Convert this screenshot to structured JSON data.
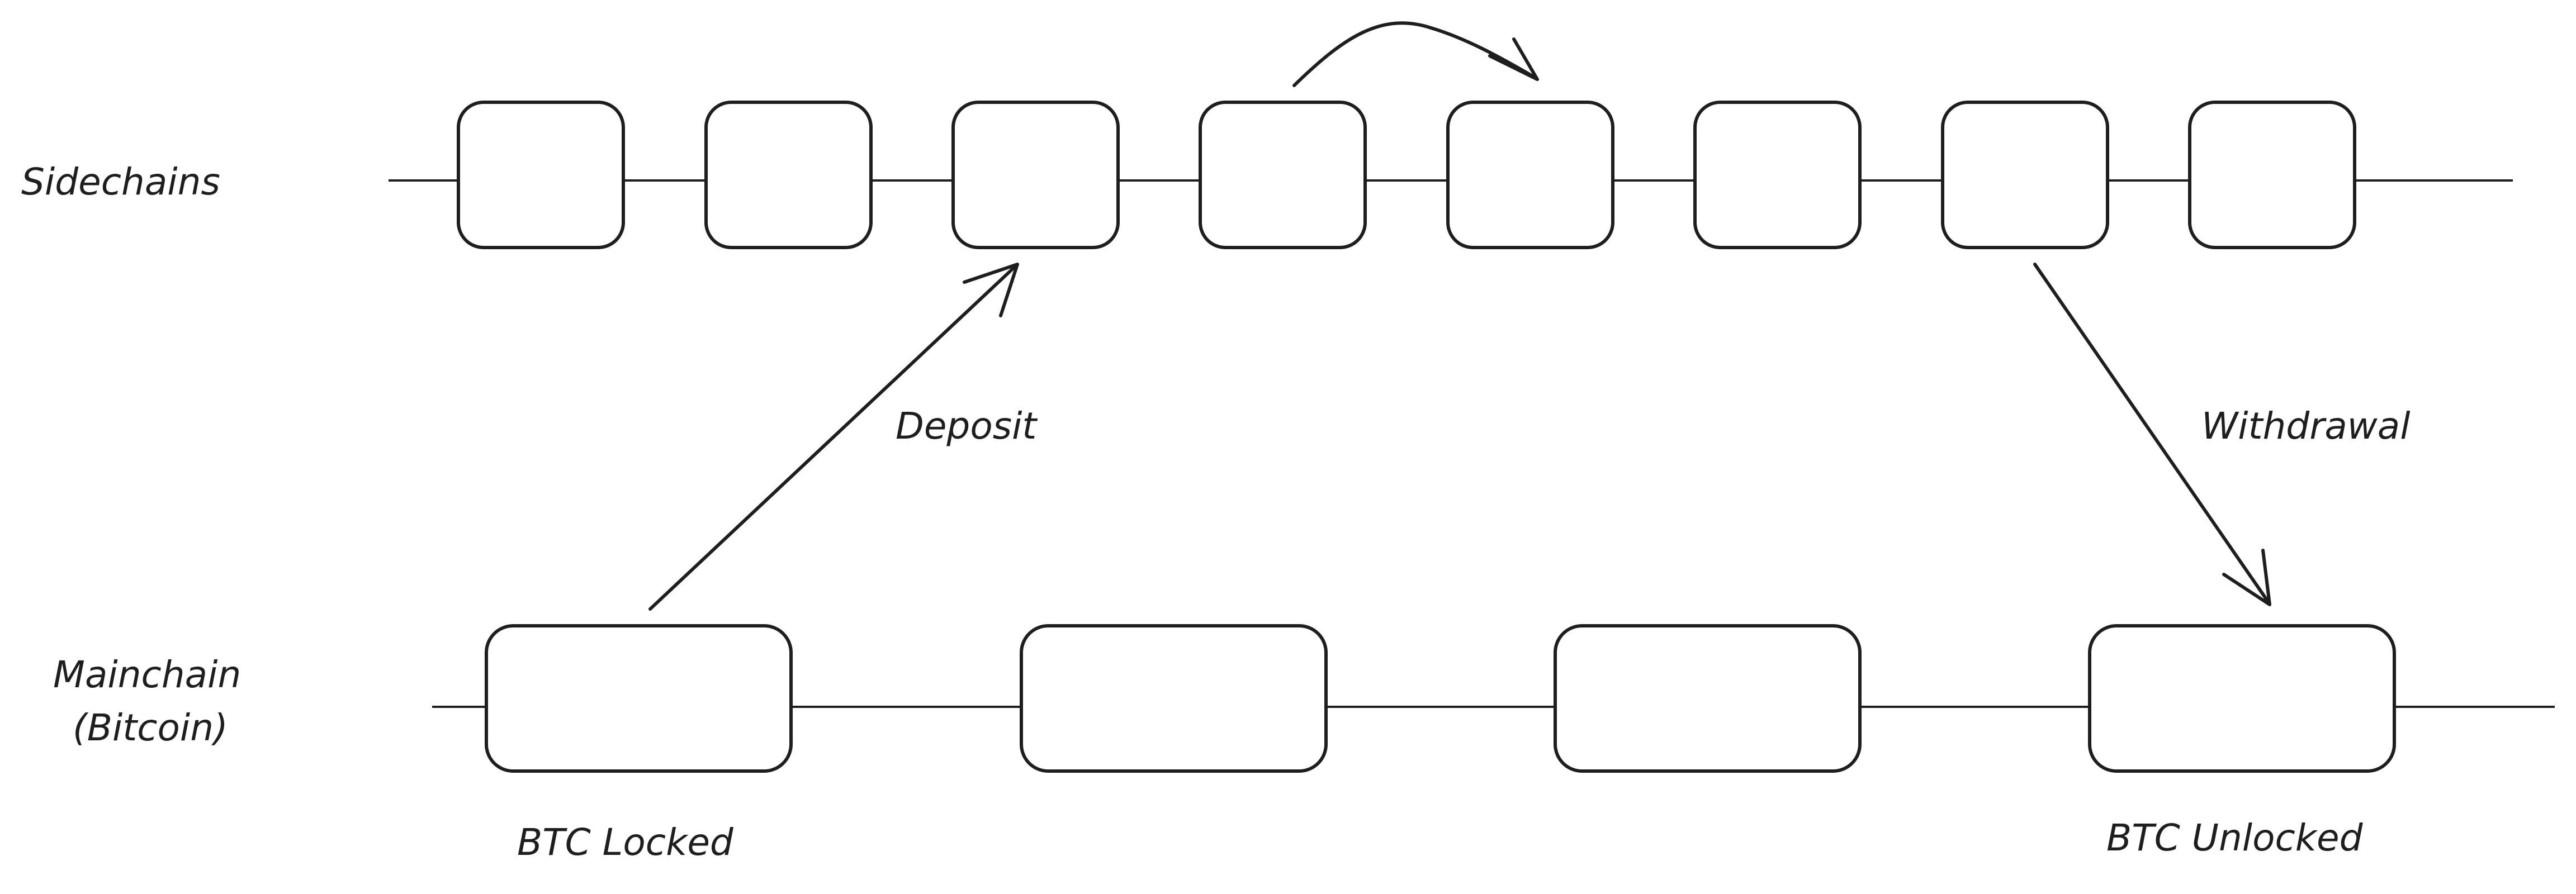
{
  "rows": {
    "sidechains": {
      "label": "Sidechains"
    },
    "mainchain": {
      "label_line1": "Mainchain",
      "label_line2": "(Bitcoin)"
    }
  },
  "arrows": {
    "deposit": {
      "label": "Deposit"
    },
    "withdrawal": {
      "label": "Withdrawal"
    }
  },
  "annotations": {
    "btc_locked": "BTC Locked",
    "btc_unlocked": "BTC Unlocked"
  },
  "sidechain_block_count": 8,
  "mainchain_block_count": 4,
  "colors": {
    "stroke": "#1e1e1e",
    "block_fill": "#ffffff",
    "background": "#ffffff"
  }
}
